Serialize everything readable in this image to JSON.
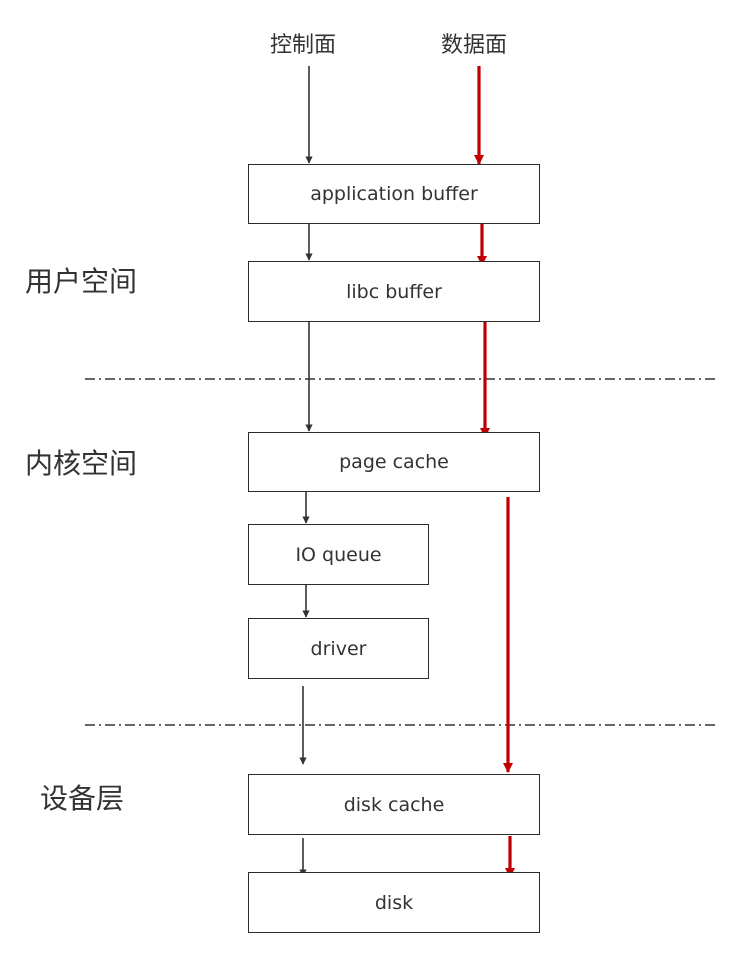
{
  "headers": {
    "control_plane": "控制面",
    "data_plane": "数据面"
  },
  "layers": {
    "user_space": "用户空间",
    "kernel_space": "内核空间",
    "device_layer": "设备层"
  },
  "boxes": {
    "application_buffer": "application buffer",
    "libc_buffer": "libc buffer",
    "page_cache": "page cache",
    "io_queue": "IO queue",
    "driver": "driver",
    "disk_cache": "disk cache",
    "disk": "disk"
  },
  "colors": {
    "control_arrow": "#333333",
    "data_arrow": "#c00000",
    "box_border": "#2b2b2b",
    "divider": "#333333"
  }
}
